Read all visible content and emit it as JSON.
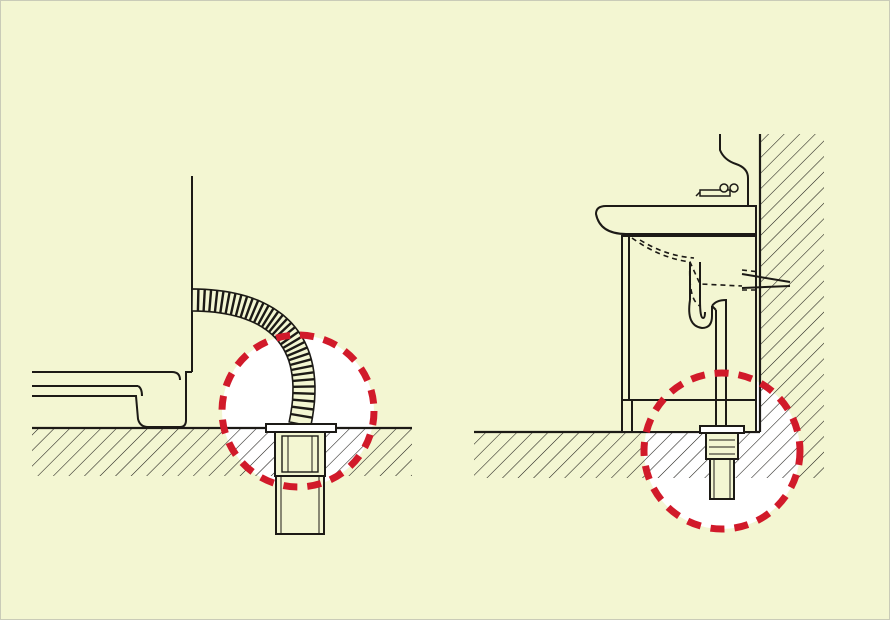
{
  "colors": {
    "background": "#f3f6d2",
    "frame": "#c9cbb8",
    "ink": "#1c1a16",
    "highlight_ring": "#d11a2a",
    "highlight_fill": "#ffffff"
  },
  "figure": {
    "panels": [
      {
        "name": "washing-machine-drain",
        "icon": "corrugated-hose-floor-drain"
      },
      {
        "name": "washbasin-drain",
        "icon": "sink-trap-floor-drain"
      }
    ],
    "highlight_style": "dashed-circle"
  }
}
